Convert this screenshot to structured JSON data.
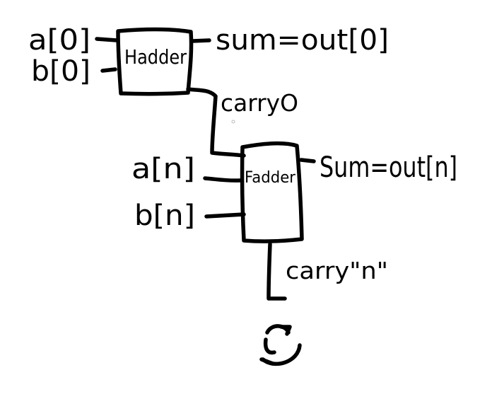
{
  "diagram": {
    "half_adder": {
      "label": "Hadder",
      "input_a": "a[0]",
      "input_b": "b[0]",
      "output_sum": "sum=out[0]",
      "carry_out": "carryO"
    },
    "full_adder": {
      "label": "Fadder",
      "input_a": "a[n]",
      "input_b": "b[n]",
      "output_sum": "Sum=out[n]",
      "carry_out": "carry\"n\""
    },
    "loop_symbol": "repeat-icon",
    "ink_color": "#000000",
    "background_color": "#ffffff"
  }
}
